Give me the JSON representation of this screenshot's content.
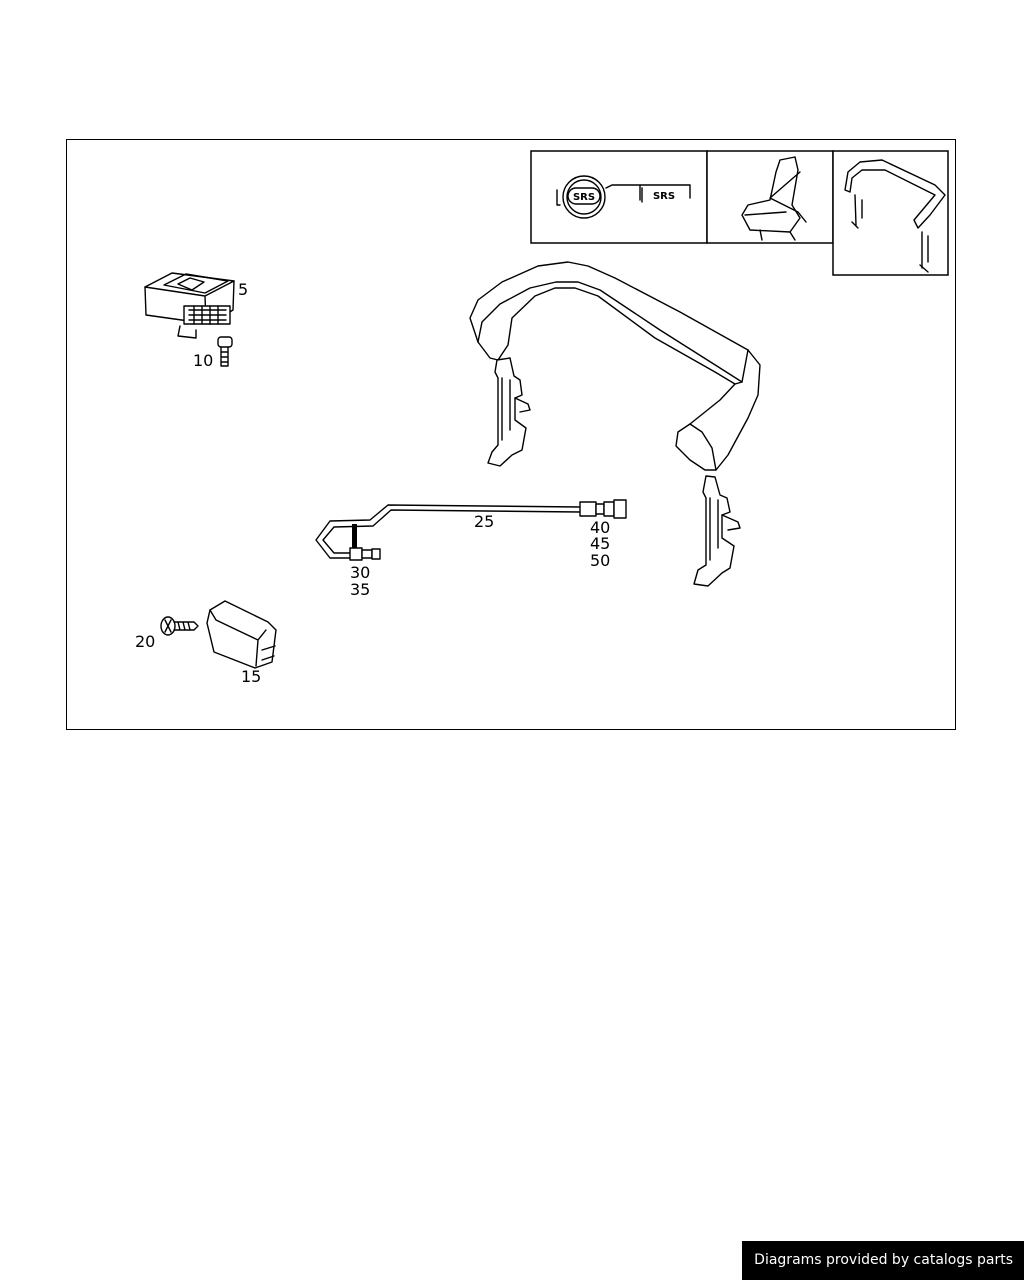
{
  "thumbnails": {
    "airbag_label_1": "SRS",
    "airbag_label_2": "SRS"
  },
  "callouts": {
    "p5": "5",
    "p10": "10",
    "p15": "15",
    "p20": "20",
    "p25": "25",
    "p30": "30",
    "p35": "35",
    "p40": "40",
    "p45": "45",
    "p50": "50"
  },
  "footer": {
    "text": "Diagrams provided by catalogs parts"
  }
}
